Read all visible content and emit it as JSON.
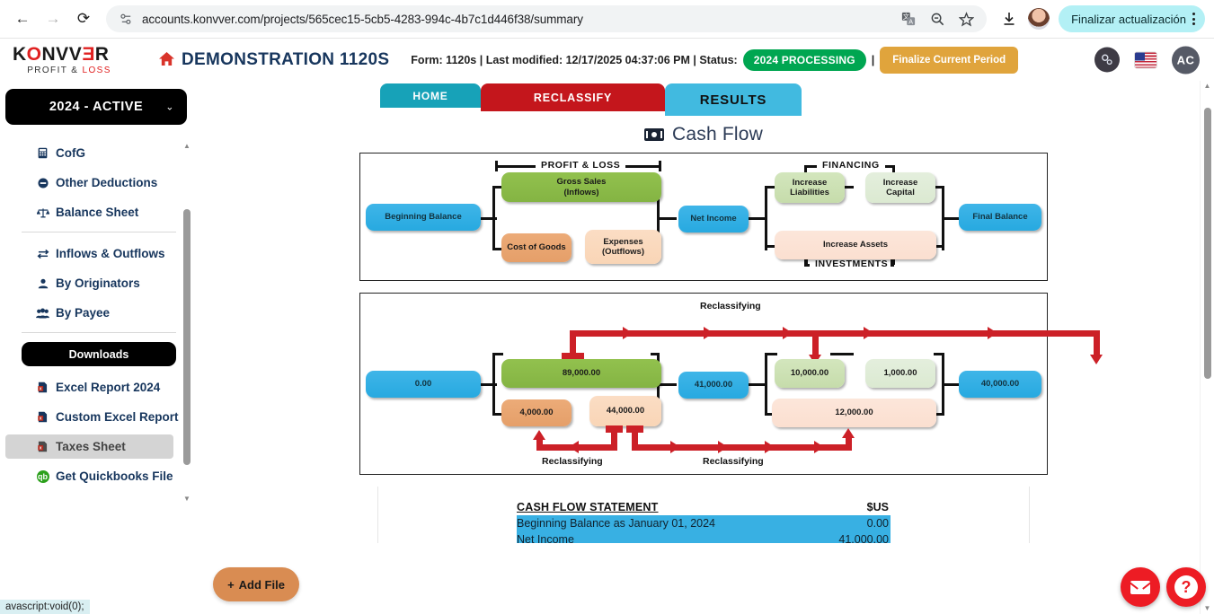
{
  "browser": {
    "back_icon": "back-arrow-icon",
    "forward_icon": "forward-arrow-icon",
    "reload_icon": "reload-icon",
    "site_info_icon": "site-settings-icon",
    "url": "accounts.konvver.com/projects/565cec15-5cb5-4283-994c-4b7c1d446f38/summary",
    "translate_icon": "translate-icon",
    "zoom_icon": "zoom-out-icon",
    "bookmark_icon": "star-icon",
    "download_icon": "download-icon",
    "profile_icon": "profile-avatar",
    "update_label": "Finalizar actualización",
    "menu_icon": "three-dot-menu-icon"
  },
  "header": {
    "logo_k": "K",
    "logo_o": "O",
    "logo_nvv": "NVV",
    "logo_e": "E",
    "logo_r": "R",
    "logo_sub_1": "PROFIT &",
    "logo_sub_2": "LOSS",
    "project_title": "DEMONSTRATION 1120S",
    "home_icon": "home-icon",
    "meta_text": "Form: 1120s | Last modified: 12/17/2025 04:37:06 PM | Status:",
    "status_badge": "2024 PROCESSING",
    "separator": "|",
    "finalize_button": "Finalize Current Period",
    "gear_icon": "settings-gear-icon",
    "flag_icon": "us-flag-icon",
    "avatar_initials": "AC"
  },
  "sidebar": {
    "year_selector": "2024 - ACTIVE",
    "chevron": "⌄",
    "items": [
      {
        "label": "CofG",
        "icon": "calculator-icon",
        "glyph": "▤",
        "active": false
      },
      {
        "label": "Other Deductions",
        "icon": "minus-circle-icon",
        "glyph": "⊖",
        "active": false
      },
      {
        "label": "Balance Sheet",
        "icon": "scales-icon",
        "glyph": "⚖",
        "active": false
      }
    ],
    "items2": [
      {
        "label": "Inflows & Outflows",
        "icon": "exchange-arrows-icon",
        "glyph": "⇄",
        "active": false
      },
      {
        "label": "By Originators",
        "icon": "person-icon",
        "glyph": "👤",
        "active": false
      },
      {
        "label": "By Payee",
        "icon": "people-group-icon",
        "glyph": "👥",
        "active": false
      }
    ],
    "downloads_header": "Downloads",
    "downloads": [
      {
        "label": "Excel Report 2024",
        "icon": "excel-file-icon",
        "glyph": "▣",
        "active": false
      },
      {
        "label": "Custom Excel Report",
        "icon": "excel-file-icon",
        "glyph": "▣",
        "active": false
      },
      {
        "label": "Taxes Sheet",
        "icon": "excel-file-icon",
        "glyph": "▣",
        "active": true
      },
      {
        "label": "Get Quickbooks File",
        "icon": "quickbooks-icon",
        "glyph": "qb",
        "active": false
      }
    ]
  },
  "tabs": [
    {
      "label": "HOME",
      "color": "#17a2b8"
    },
    {
      "label": "RECLASSIFY",
      "color": "#c4161c"
    },
    {
      "label": "RESULTS",
      "color": "#41bae0"
    }
  ],
  "page": {
    "title": "Cash Flow",
    "title_icon": "money-bill-icon"
  },
  "chart_data": {
    "type": "diagram",
    "title": "Cash Flow",
    "diagrams": [
      {
        "name": "cash-flow-legend-diagram",
        "group_labels": [
          "PROFIT & LOSS",
          "FINANCING",
          "INVESTMENTS"
        ],
        "nodes": [
          {
            "id": "beginning-balance",
            "label": "Beginning Balance",
            "color": "#27a9e0"
          },
          {
            "id": "gross-sales",
            "label": "Gross Sales\n(Inflows)",
            "line1": "Gross Sales",
            "line2": "(Inflows)",
            "color": "#84b443"
          },
          {
            "id": "cost-of-goods",
            "label": "Cost of Goods",
            "color": "#e59f69"
          },
          {
            "id": "expenses",
            "label": "Expenses\n(Outflows)",
            "line1": "Expenses",
            "line2": "(Outflows)",
            "color": "#f9d5b6"
          },
          {
            "id": "net-income",
            "label": "Net Income",
            "color": "#27a9e0"
          },
          {
            "id": "increase-liabilities",
            "label": "Increase\nLiabilities",
            "line1": "Increase",
            "line2": "Liabilities",
            "color": "#c6dcab"
          },
          {
            "id": "increase-capital",
            "label": "Increase\nCapital",
            "line1": "Increase",
            "line2": "Capital",
            "color": "#dbe9d1"
          },
          {
            "id": "increase-assets",
            "label": "Increase Assets",
            "color": "#fbdfd0"
          },
          {
            "id": "final-balance",
            "label": "Final Balance",
            "color": "#27a9e0"
          }
        ]
      },
      {
        "name": "cash-flow-values-diagram",
        "reclassifying_labels": [
          "Reclassifying",
          "Reclassifying",
          "Reclassifying"
        ],
        "nodes": [
          {
            "id": "beginning-balance-value",
            "label": "0.00",
            "color": "#27a9e0"
          },
          {
            "id": "gross-sales-value",
            "label": "89,000.00",
            "color": "#84b443"
          },
          {
            "id": "cost-of-goods-value",
            "label": "4,000.00",
            "color": "#e59f69"
          },
          {
            "id": "expenses-value",
            "label": "44,000.00",
            "color": "#f9d5b6"
          },
          {
            "id": "net-income-value",
            "label": "41,000.00",
            "color": "#27a9e0"
          },
          {
            "id": "increase-liabilities-value",
            "label": "10,000.00",
            "color": "#c6dcab"
          },
          {
            "id": "increase-capital-value",
            "label": "1,000.00",
            "color": "#dbe9d1"
          },
          {
            "id": "increase-assets-value",
            "label": "12,000.00",
            "color": "#fbdfd0"
          },
          {
            "id": "final-balance-value",
            "label": "40,000.00",
            "color": "#27a9e0"
          }
        ]
      }
    ]
  },
  "statement": {
    "title": "CASH FLOW STATEMENT",
    "currency": "$US",
    "rows": [
      {
        "label": "Beginning Balance as January 01, 2024",
        "value": "0.00"
      },
      {
        "label": "Net Income",
        "value": "41,000.00"
      }
    ]
  },
  "footer": {
    "add_file_label": "Add File",
    "add_file_plus": "+",
    "mail_icon": "mail-icon",
    "help_icon": "help-question-icon",
    "status_tip": "avascript:void(0);"
  }
}
